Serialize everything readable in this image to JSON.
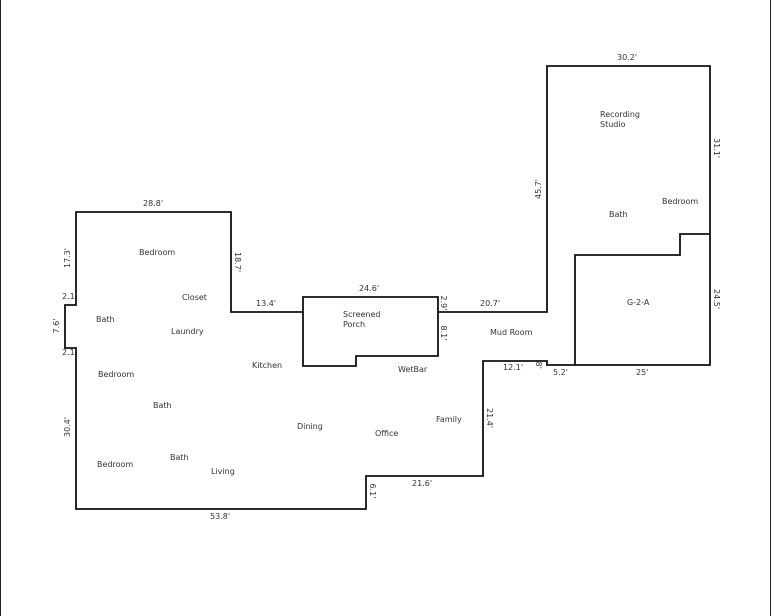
{
  "floor_plan": {
    "rooms": {
      "bedroom_1": "Bedroom",
      "closet": "Closet",
      "bath_1": "Bath",
      "laundry": "Laundry",
      "screened_porch_line1": "Screened",
      "screened_porch_line2": "Porch",
      "kitchen": "Kitchen",
      "bedroom_2": "Bedroom",
      "wetbar": "WetBar",
      "mud_room": "Mud Room",
      "bath_2": "Bath",
      "dining": "Dining",
      "office": "Office",
      "family": "Family",
      "bedroom_3": "Bedroom",
      "bath_3": "Bath",
      "living": "Living",
      "recording_studio_line1": "Recording",
      "recording_studio_line2": "Studio",
      "bath_4": "Bath",
      "bedroom_4": "Bedroom",
      "garage": "G-2-A"
    },
    "dimensions": {
      "top_left_width": "28.8'",
      "left_upper_height": "17.3'",
      "inner_right_height": "18.7'",
      "bump_top": "2.1'",
      "bump_height": "7.6'",
      "bump_bottom": "2.1'",
      "left_lower_height": "30.4'",
      "bottom_width": "53.8'",
      "step_height": "6.1'",
      "lower_right_width": "21.6'",
      "right_height": "21.4'",
      "mud_width": "12.1'",
      "small_step": ".8'",
      "segment_13": "13.4'",
      "porch_width": "24.6'",
      "porch_right_upper": "2.9'",
      "porch_right_lower": "8.1'",
      "segment_20": "20.7'",
      "studio_left_height": "45.7'",
      "studio_width": "30.2'",
      "studio_right_height": "31.1'",
      "garage_offset": "5.2'",
      "garage_width": "25'",
      "garage_height": "24.5'"
    }
  }
}
